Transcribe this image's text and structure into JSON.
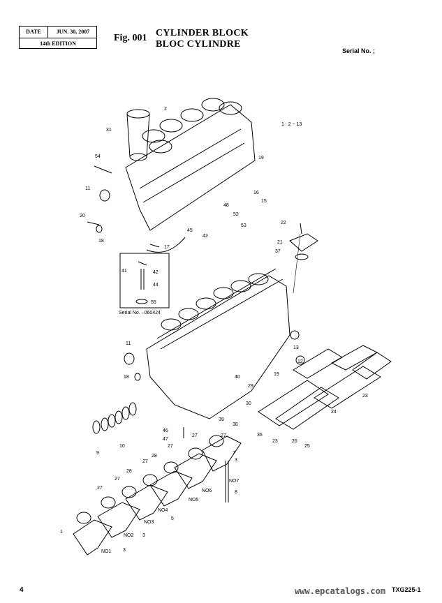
{
  "header": {
    "date_label": "DATE",
    "date_value": "JUN. 30, 2007",
    "edition": "14th EDITION",
    "fig_number": "Fig. 001",
    "title_en": "CYLINDER BLOCK",
    "title_fr": "BLOC CYLINDRE",
    "serial_label": "Serial No. ;"
  },
  "diagram": {
    "scale_note": "1 : 2 ~ 13",
    "inset_serial_note": "Serial No. –060424",
    "callouts": [
      "2",
      "31",
      "54",
      "11",
      "19",
      "16",
      "15",
      "48",
      "52",
      "20",
      "53",
      "45",
      "42",
      "18",
      "17",
      "22",
      "21",
      "37",
      "41",
      "42",
      "44",
      "55",
      "11",
      "13",
      "18",
      "19",
      "12",
      "40",
      "29",
      "30",
      "39",
      "38",
      "36",
      "23",
      "24",
      "23",
      "26",
      "25",
      "46",
      "47",
      "9",
      "10",
      "27",
      "27",
      "7",
      "3",
      "28",
      "27",
      "28",
      "27",
      "27",
      "27",
      "NO7",
      "8",
      "NO6",
      "NO5",
      "5",
      "NO4",
      "NO3",
      "NO2",
      "NO1",
      "3",
      "3",
      "1"
    ]
  },
  "footer": {
    "page_number": "4",
    "watermark": "www.epcatalogs.com",
    "doc_code": "TXG225-1"
  }
}
